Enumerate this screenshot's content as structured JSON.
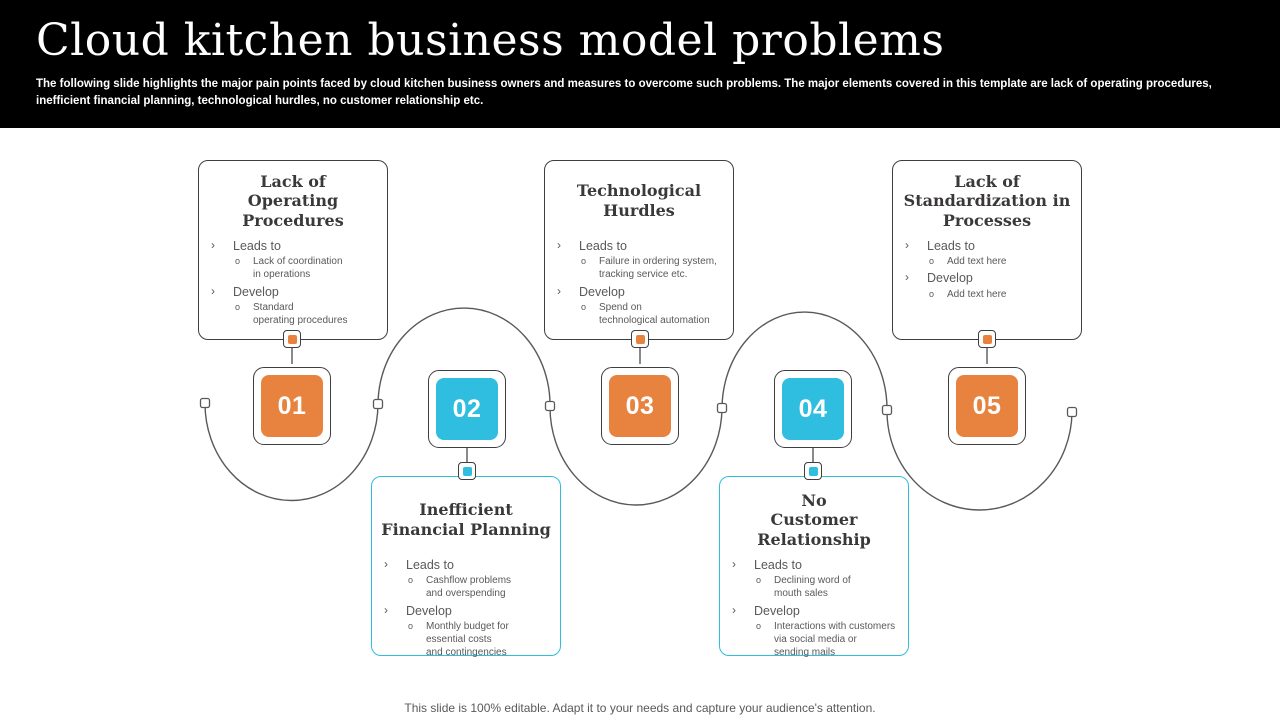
{
  "colors": {
    "orange": "#E8833F",
    "cyan": "#2FBEDF",
    "line": "#58595B",
    "header_bg": "#000000",
    "title_text": "#3B3838",
    "body_text": "#595959"
  },
  "header": {
    "title": "Cloud kitchen business model problems",
    "subtitle": "The following slide highlights the major pain points faced by cloud kitchen business owners and measures to overcome such problems. The major elements covered in this template are lack of operating procedures, inefficient financial planning, technological hurdles, no customer relationship etc."
  },
  "markers": {
    "level1": "›",
    "level2": "o"
  },
  "cards": [
    {
      "number": "01",
      "accent": "orange",
      "title": "Lack of\nOperating\nProcedures",
      "leads_label": "Leads to",
      "leads_detail": "Lack of coordination\nin operations",
      "develop_label": "Develop",
      "develop_detail": "Standard\noperating procedures"
    },
    {
      "number": "02",
      "accent": "cyan",
      "title": "Inefficient\nFinancial Planning",
      "leads_label": "Leads to",
      "leads_detail": "Cashflow problems\nand overspending",
      "develop_label": "Develop",
      "develop_detail": "Monthly budget for\nessential costs\nand contingencies"
    },
    {
      "number": "03",
      "accent": "orange",
      "title": "Technological\nHurdles",
      "leads_label": "Leads to",
      "leads_detail": "Failure in ordering system,\ntracking service etc.",
      "develop_label": "Develop",
      "develop_detail": "Spend on\ntechnological automation"
    },
    {
      "number": "04",
      "accent": "cyan",
      "title": "No\nCustomer\nRelationship",
      "leads_label": "Leads to",
      "leads_detail": "Declining word of\nmouth sales",
      "develop_label": "Develop",
      "develop_detail": "Interactions with customers\nvia social media or\nsending mails"
    },
    {
      "number": "05",
      "accent": "orange",
      "title": "Lack of\nStandardization in\nProcesses",
      "leads_label": "Leads to",
      "leads_detail": "Add text here",
      "develop_label": "Develop",
      "develop_detail": "Add text here"
    }
  ],
  "footer": {
    "note": "This slide is 100% editable. Adapt it to your needs and capture your audience's attention."
  }
}
